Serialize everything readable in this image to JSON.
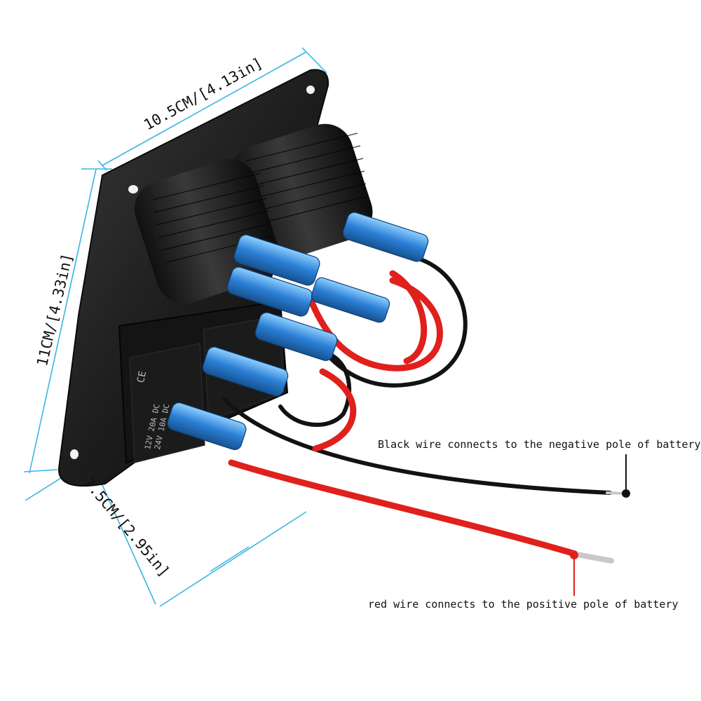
{
  "dimensions": {
    "width_label": "10.5CM/[4.13in]",
    "height_label": "11CM/[4.33in]",
    "depth_label": "7.5CM/[2.95in]"
  },
  "annotations": {
    "black_wire": "Black wire connects to the negative pole of battery",
    "red_wire": "red wire connects to the positive pole of battery"
  },
  "switch_markings": {
    "cert": "CE",
    "rating_line1": "12V 20A DC",
    "rating_line2": "24V 10A DC"
  },
  "colors": {
    "dimension_line": "#3ab4e6",
    "panel": "#1e1e1e",
    "terminal_blue": "#2b7fd6",
    "wire_red": "#e0201c",
    "wire_black": "#121212",
    "marker_black": "#111111",
    "marker_red": "#e0201c"
  }
}
